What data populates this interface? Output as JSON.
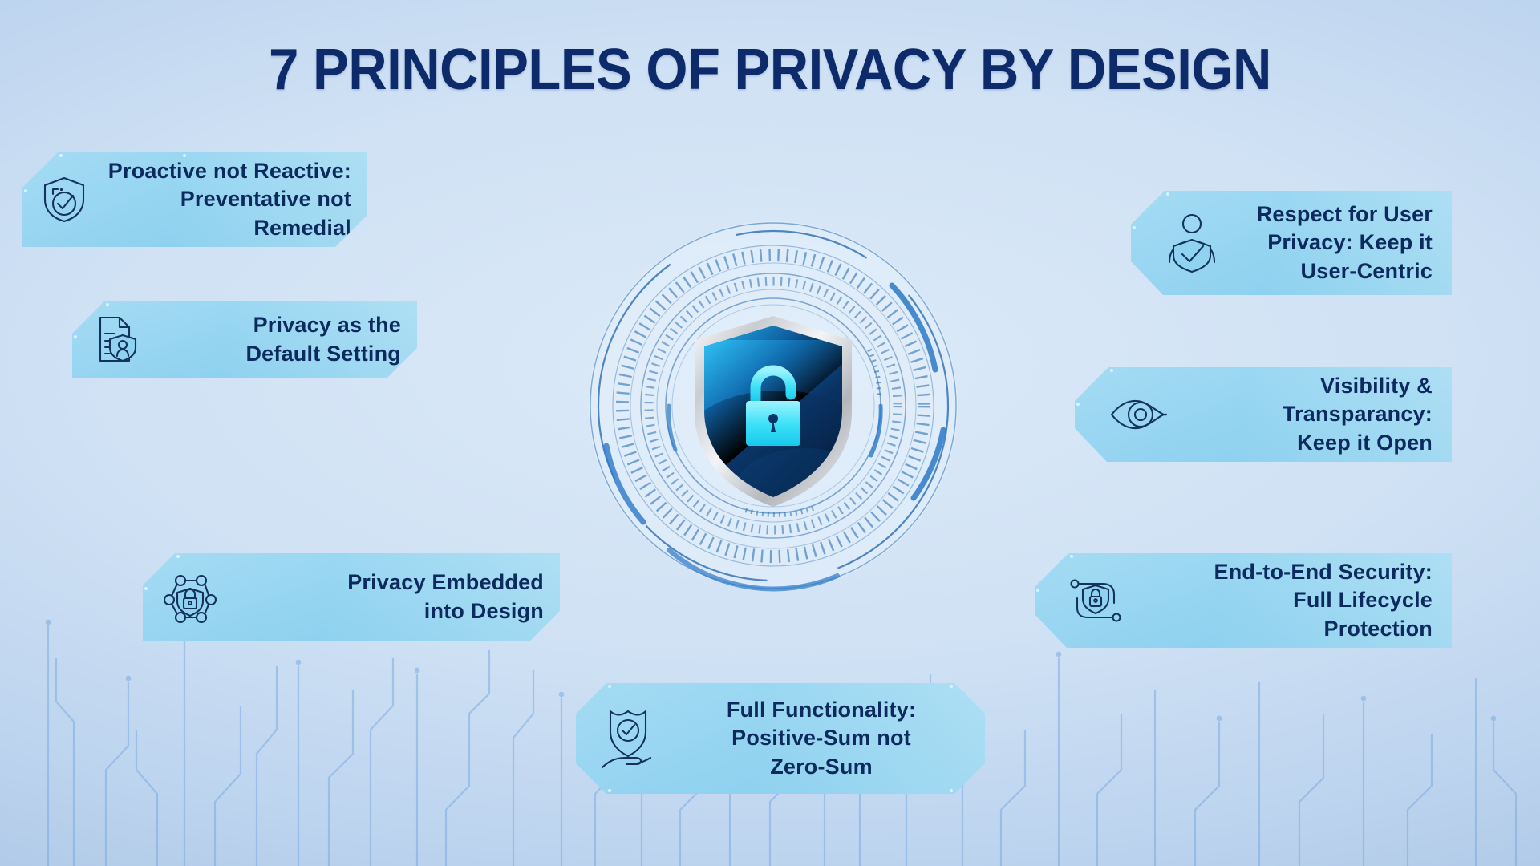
{
  "page": {
    "title": "7 PRINCIPLES OF PRIVACY BY DESIGN",
    "title_color": "#0d2a6b",
    "background_colors": [
      "#dceaf8",
      "#bed5ef",
      "#a3bfe0"
    ],
    "banner_color": "#8fd3f0",
    "label_text_color": "#0d2a5e",
    "circuit_trace_color": "#6fa3dc"
  },
  "center_emblem": {
    "name": "security-shield-emblem",
    "shield_rim_color": "#e8eaec",
    "shield_face_colors": [
      "#1a9fe0",
      "#0b3a6b",
      "#072244"
    ],
    "padlock_color": "#35e0f5",
    "ring_color": "#1e63ad",
    "ring_accent_color": "#2a78c8"
  },
  "principles": [
    {
      "id": 1,
      "side": "left",
      "icon": "shield-check-icon",
      "label": "Proactive not  Reactive:\nPreventative not\nRemedial"
    },
    {
      "id": 2,
      "side": "left",
      "icon": "document-person-shield-icon",
      "label": "Privacy as the\nDefault Setting"
    },
    {
      "id": 3,
      "side": "left",
      "icon": "hexagon-network-lock-icon",
      "label": "Privacy Embedded\ninto Design"
    },
    {
      "id": 4,
      "side": "center",
      "icon": "hand-holding-shield-check-icon",
      "label": "Full Functionality:\nPositive-Sum not\nZero-Sum"
    },
    {
      "id": 5,
      "side": "right",
      "icon": "end-to-end-lock-shield-icon",
      "label": "End-to-End Security:\nFull Lifecycle\nProtection"
    },
    {
      "id": 6,
      "side": "right",
      "icon": "eye-icon",
      "label": "Visibility &\nTransparancy:\nKeep it Open"
    },
    {
      "id": 7,
      "side": "right",
      "icon": "person-holding-shield-check-icon",
      "label": "Respect for User\nPrivacy: Keep it\nUser-Centric"
    }
  ]
}
